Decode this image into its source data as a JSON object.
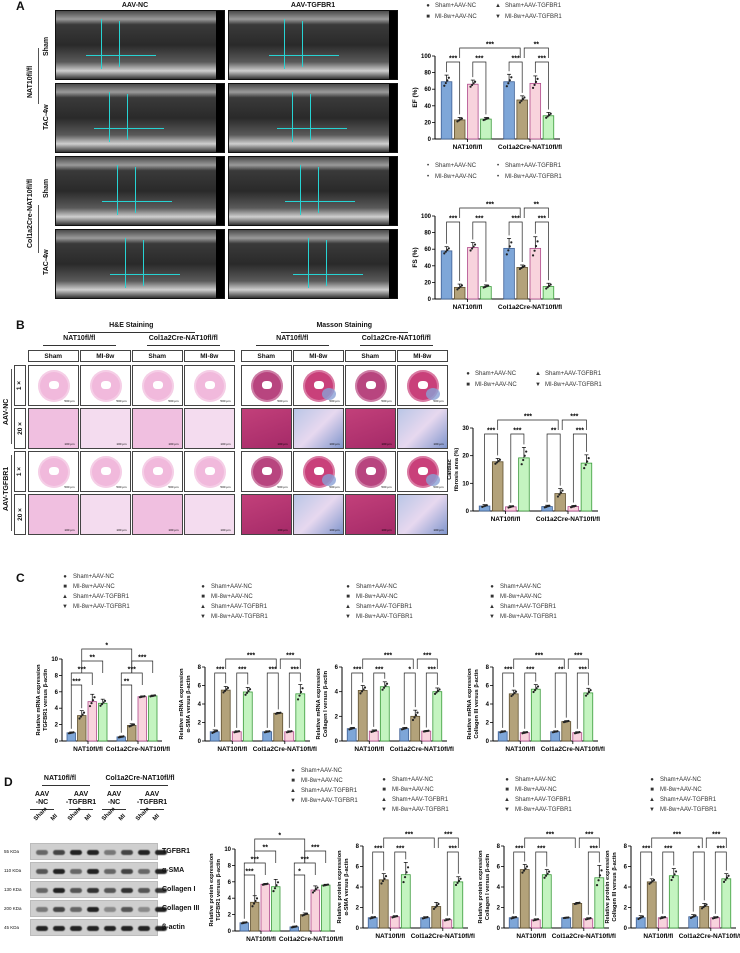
{
  "panels": {
    "A": {
      "label": "A",
      "col_headers": [
        "AAV-NC",
        "AAV-TGFBR1"
      ],
      "genotypes": [
        "NAT10fl/fl",
        "Col1a2Cre-NAT10fl/fl"
      ],
      "rows": [
        "Sham",
        "TAC-4w",
        "Sham",
        "TAC-4w"
      ]
    },
    "B": {
      "label": "B",
      "stain_headers": [
        "H&E Staining",
        "Masson Staining"
      ],
      "genotype_headers": [
        "NAT10fl/fl",
        "Col1a2Cre-NAT10fl/fl",
        "NAT10fl/fl",
        "Col1a2Cre-NAT10fl/fl"
      ],
      "col_headers": [
        "Sham",
        "MI-8w",
        "Sham",
        "MI-8w",
        "Sham",
        "MI-8w",
        "Sham",
        "MI-8w"
      ],
      "row_groups": [
        "AAV-NC",
        "AAV-TGFBR1"
      ],
      "mag_labels": [
        "1 ×",
        "20 ×",
        "1 ×",
        "20 ×"
      ],
      "scale_1x": "500 μm",
      "scale_20x": "100 μm"
    },
    "C": {
      "label": "C"
    },
    "D": {
      "label": "D",
      "genotypes": [
        "NAT10fl/fl",
        "Col1a2Cre-NAT10fl/fl"
      ],
      "aav": [
        "AAV\n-NC",
        "AAV\n-TGFBR1",
        "AAV\n-NC",
        "AAV\n-TGFBR1"
      ],
      "lanes": [
        "Sham",
        "MI",
        "Sham",
        "MI",
        "Sham",
        "MI",
        "Sham",
        "MI"
      ],
      "blots": [
        {
          "name": "TGFBR1",
          "kda": "55 KDa"
        },
        {
          "name": "α-SMA",
          "kda": "110 KDa"
        },
        {
          "name": "Collagen I",
          "kda": "130 KDa"
        },
        {
          "name": "Collagen III",
          "kda": "200 KDa"
        },
        {
          "name": "β-actin",
          "kda": "45 KDa"
        }
      ]
    }
  },
  "legend": {
    "items": [
      "Sham+AAV-NC",
      "MI-8w+AAV-NC",
      "Sham+AAV-TGFBR1",
      "MI-8w+AAV-TGFBR1"
    ],
    "colors": [
      "#7ea6d8",
      "#b3a27a",
      "#f8d3dd",
      "#c4f4c0"
    ],
    "edge_colors": [
      "#3d5f94",
      "#5f5030",
      "#b04a8c",
      "#3a9a3a"
    ]
  },
  "chart_data": [
    {
      "id": "A-EF",
      "type": "bar",
      "ylabel": "EF (%)",
      "ylim": [
        0,
        100
      ],
      "yticks": [
        0,
        20,
        40,
        60,
        80,
        100
      ],
      "categories": [
        "NAT10fl/fl",
        "Col1a2Cre-NAT10fl/fl"
      ],
      "series": [
        {
          "name": "Sham+AAV-NC",
          "values": [
            69,
            69
          ],
          "err": [
            8,
            9
          ]
        },
        {
          "name": "MI-8w+AAV-NC",
          "values": [
            23,
            47
          ],
          "err": [
            3,
            5
          ]
        },
        {
          "name": "Sham+AAV-TGFBR1",
          "values": [
            66,
            67
          ],
          "err": [
            5,
            9
          ]
        },
        {
          "name": "MI-8w+AAV-TGFBR1",
          "values": [
            24,
            28
          ],
          "err": [
            2,
            4
          ]
        }
      ],
      "sig": {
        "within": [
          [
            "***",
            "***"
          ],
          [
            "***",
            "***"
          ]
        ],
        "between": [
          "***",
          "**"
        ]
      }
    },
    {
      "id": "A-FS",
      "type": "bar",
      "ylabel": "FS (%)",
      "ylim": [
        0,
        100
      ],
      "yticks": [
        0,
        20,
        40,
        60,
        80,
        100
      ],
      "categories": [
        "NAT10fl/fl",
        "Col1a2Cre-NAT10fl/fl"
      ],
      "series": [
        {
          "name": "Sham+AAV-NC",
          "values": [
            58,
            61
          ],
          "err": [
            5,
            12
          ]
        },
        {
          "name": "MI-8w+AAV-NC",
          "values": [
            14,
            38
          ],
          "err": [
            4,
            3
          ]
        },
        {
          "name": "Sham+AAV-TGFBR1",
          "values": [
            62,
            61
          ],
          "err": [
            6,
            14
          ]
        },
        {
          "name": "MI-8w+AAV-TGFBR1",
          "values": [
            15,
            15
          ],
          "err": [
            2,
            4
          ]
        }
      ],
      "sig": {
        "within": [
          [
            "***",
            "***"
          ],
          [
            "***",
            "***"
          ]
        ],
        "between": [
          "***",
          "**"
        ]
      }
    },
    {
      "id": "B-fibrosis",
      "type": "bar",
      "ylabel": "Cardiac fibrosis area (%)",
      "ylim": [
        0,
        30
      ],
      "yticks": [
        0,
        10,
        20,
        30
      ],
      "categories": [
        "NAT10fl/fl",
        "Col1a2Cre-NAT10fl/fl"
      ],
      "series": [
        {
          "name": "Sham+AAV-NC",
          "values": [
            1.8,
            1.6
          ],
          "err": [
            0.5,
            0.5
          ]
        },
        {
          "name": "MI-8w+AAV-NC",
          "values": [
            17.8,
            6.3
          ],
          "err": [
            1.2,
            1.8
          ]
        },
        {
          "name": "Sham+AAV-TGFBR1",
          "values": [
            1.5,
            1.6
          ],
          "err": [
            0.4,
            0.4
          ]
        },
        {
          "name": "MI-8w+AAV-TGFBR1",
          "values": [
            19.2,
            17.3
          ],
          "err": [
            3.8,
            3
          ]
        }
      ],
      "sig": {
        "within": [
          [
            "***",
            "***"
          ],
          [
            "**",
            "***"
          ]
        ],
        "between": [
          "***",
          "***"
        ]
      }
    },
    {
      "id": "C-TGFBR1",
      "type": "bar",
      "ylabel": "Relative mRNA expression TGFBR1 versus β-actin",
      "ylim": [
        0,
        10
      ],
      "yticks": [
        0,
        2,
        4,
        6,
        8,
        10
      ],
      "categories": [
        "NAT10fl/fl",
        "Col1a2Cre-NAT10fl/fl"
      ],
      "series": [
        {
          "name": "Sham+AAV-NC",
          "values": [
            1.0,
            0.5
          ],
          "err": [
            0.1,
            0.1
          ]
        },
        {
          "name": "MI-8w+AAV-NC",
          "values": [
            3.1,
            1.9
          ],
          "err": [
            0.6,
            0.2
          ]
        },
        {
          "name": "Sham+AAV-TGFBR1",
          "values": [
            4.8,
            5.4
          ],
          "err": [
            0.9,
            0.1
          ]
        },
        {
          "name": "MI-8w+AAV-TGFBR1",
          "values": [
            4.6,
            5.5
          ],
          "err": [
            0.5,
            0.1
          ]
        }
      ],
      "sig_labels": [
        "***",
        "***",
        "**",
        "*",
        "**",
        "***",
        "***"
      ]
    },
    {
      "id": "C-aSMA",
      "type": "bar",
      "ylabel": "Relative mRNA expression α-SMA versus β-actin",
      "ylim": [
        0,
        8
      ],
      "yticks": [
        0,
        2,
        4,
        6,
        8
      ],
      "categories": [
        "NAT10fl/fl",
        "Col1a2Cre-NAT10fl/fl"
      ],
      "series": [
        {
          "name": "Sham+AAV-NC",
          "values": [
            1.0,
            1.0
          ],
          "err": [
            0.2,
            0.1
          ]
        },
        {
          "name": "MI-8w+AAV-NC",
          "values": [
            5.5,
            3.0
          ],
          "err": [
            0.4,
            0.1
          ]
        },
        {
          "name": "Sham+AAV-TGFBR1",
          "values": [
            1.0,
            1.0
          ],
          "err": [
            0.1,
            0.1
          ]
        },
        {
          "name": "MI-8w+AAV-TGFBR1",
          "values": [
            5.3,
            5.1
          ],
          "err": [
            0.5,
            1.0
          ]
        }
      ],
      "sig": {
        "within": [
          [
            "***",
            "***"
          ],
          [
            "***",
            "***"
          ]
        ],
        "between": [
          "***",
          "***"
        ]
      }
    },
    {
      "id": "C-CollagenI",
      "type": "bar",
      "ylabel": "Relative mRNA expression Collagen I versus β-actin",
      "ylim": [
        0,
        6
      ],
      "yticks": [
        0,
        2,
        4,
        6
      ],
      "categories": [
        "NAT10fl/fl",
        "Col1a2Cre-NAT10fl/fl"
      ],
      "series": [
        {
          "name": "Sham+AAV-NC",
          "values": [
            1.0,
            1.0
          ],
          "err": [
            0.1,
            0.1
          ]
        },
        {
          "name": "MI-8w+AAV-NC",
          "values": [
            4.1,
            2.0
          ],
          "err": [
            0.4,
            0.5
          ]
        },
        {
          "name": "Sham+AAV-TGFBR1",
          "values": [
            0.8,
            0.8
          ],
          "err": [
            0.1,
            0.05
          ]
        },
        {
          "name": "MI-8w+AAV-TGFBR1",
          "values": [
            4.4,
            4.0
          ],
          "err": [
            0.4,
            0.3
          ]
        }
      ],
      "sig": {
        "within": [
          [
            "***",
            "***"
          ],
          [
            "*",
            "***"
          ]
        ],
        "between": [
          "***",
          "***"
        ]
      }
    },
    {
      "id": "C-CollagenIII",
      "type": "bar",
      "ylabel": "Relative mRNA expression Collagen III versus β-actin",
      "ylim": [
        0,
        8
      ],
      "yticks": [
        0,
        2,
        4,
        6,
        8
      ],
      "categories": [
        "NAT10fl/fl",
        "Col1a2Cre-NAT10fl/fl"
      ],
      "series": [
        {
          "name": "Sham+AAV-NC",
          "values": [
            1.0,
            1.0
          ],
          "err": [
            0.1,
            0.1
          ]
        },
        {
          "name": "MI-8w+AAV-NC",
          "values": [
            5.1,
            2.1
          ],
          "err": [
            0.4,
            0.1
          ]
        },
        {
          "name": "Sham+AAV-TGFBR1",
          "values": [
            0.9,
            0.9
          ],
          "err": [
            0.1,
            0.1
          ]
        },
        {
          "name": "MI-8w+AAV-TGFBR1",
          "values": [
            5.6,
            5.2
          ],
          "err": [
            0.5,
            0.5
          ]
        }
      ],
      "sig": {
        "within": [
          [
            "***",
            "***"
          ],
          [
            "**",
            "***"
          ]
        ],
        "between": [
          "***",
          "***"
        ]
      }
    },
    {
      "id": "D-TGFBR1",
      "type": "bar",
      "ylabel": "Relative protein expression TGFBR1 versus β-actin",
      "ylim": [
        0,
        10
      ],
      "yticks": [
        0,
        2,
        4,
        6,
        8,
        10
      ],
      "categories": [
        "NAT10fl/fl",
        "Col1a2Cre-NAT10fl/fl"
      ],
      "series": [
        {
          "name": "Sham+AAV-NC",
          "values": [
            1.0,
            0.5
          ],
          "err": [
            0.1,
            0.1
          ]
        },
        {
          "name": "MI-8w+AAV-NC",
          "values": [
            3.5,
            2.0
          ],
          "err": [
            0.8,
            0.2
          ]
        },
        {
          "name": "Sham+AAV-TGFBR1",
          "values": [
            5.7,
            5.0
          ],
          "err": [
            0.1,
            0.5
          ]
        },
        {
          "name": "MI-8w+AAV-TGFBR1",
          "values": [
            5.4,
            5.6
          ],
          "err": [
            0.9,
            0.1
          ]
        }
      ],
      "sig_labels": [
        "***",
        "***",
        "**",
        "*",
        "*",
        "***",
        "***"
      ]
    },
    {
      "id": "D-aSMA",
      "type": "bar",
      "ylabel": "Relative protein expression α-SMA versus β-actin",
      "ylim": [
        0,
        8
      ],
      "yticks": [
        0,
        2,
        4,
        6,
        8
      ],
      "categories": [
        "NAT10fl/fl",
        "Col1a2Cre-NAT10fl/fl"
      ],
      "series": [
        {
          "name": "Sham+AAV-NC",
          "values": [
            1.0,
            1.0
          ],
          "err": [
            0.1,
            0.1
          ]
        },
        {
          "name": "MI-8w+AAV-NC",
          "values": [
            4.7,
            2.1
          ],
          "err": [
            0.6,
            0.4
          ]
        },
        {
          "name": "Sham+AAV-TGFBR1",
          "values": [
            1.1,
            0.8
          ],
          "err": [
            0.1,
            0.1
          ]
        },
        {
          "name": "MI-8w+AAV-TGFBR1",
          "values": [
            5.2,
            4.5
          ],
          "err": [
            1.2,
            0.5
          ]
        }
      ],
      "sig": {
        "within": [
          [
            "***",
            "***"
          ],
          [
            null,
            "***"
          ]
        ],
        "between": [
          "***",
          "***"
        ]
      }
    },
    {
      "id": "D-CollagenI",
      "type": "bar",
      "ylabel": "Relative protein expression Collagen I versus β-actin",
      "ylim": [
        0,
        8
      ],
      "yticks": [
        0,
        2,
        4,
        6,
        8
      ],
      "categories": [
        "NAT10fl/fl",
        "Col1a2Cre-NAT10fl/fl"
      ],
      "series": [
        {
          "name": "Sham+AAV-NC",
          "values": [
            1.0,
            1.0
          ],
          "err": [
            0.1,
            0.05
          ]
        },
        {
          "name": "MI-8w+AAV-NC",
          "values": [
            5.7,
            2.4
          ],
          "err": [
            0.5,
            0.1
          ]
        },
        {
          "name": "Sham+AAV-TGFBR1",
          "values": [
            0.8,
            0.9
          ],
          "err": [
            0.1,
            0.1
          ]
        },
        {
          "name": "MI-8w+AAV-TGFBR1",
          "values": [
            5.2,
            4.9
          ],
          "err": [
            0.5,
            1.2
          ]
        }
      ],
      "sig": {
        "within": [
          [
            "***",
            "***"
          ],
          [
            null,
            "***"
          ]
        ],
        "between": [
          "***",
          "***"
        ]
      }
    },
    {
      "id": "D-CollagenIII",
      "type": "bar",
      "ylabel": "Relative protein expression Collagen III versus β-actin",
      "ylim": [
        0,
        8
      ],
      "yticks": [
        0,
        2,
        4,
        6,
        8
      ],
      "categories": [
        "NAT10fl/fl",
        "Col1a2Cre-NAT10fl/fl"
      ],
      "series": [
        {
          "name": "Sham+AAV-NC",
          "values": [
            1.0,
            1.1
          ],
          "err": [
            0.2,
            0.2
          ]
        },
        {
          "name": "MI-8w+AAV-NC",
          "values": [
            4.5,
            2.1
          ],
          "err": [
            0.3,
            0.3
          ]
        },
        {
          "name": "Sham+AAV-TGFBR1",
          "values": [
            1.0,
            1.0
          ],
          "err": [
            0.1,
            0.1
          ]
        },
        {
          "name": "MI-8w+AAV-TGFBR1",
          "values": [
            5.1,
            4.8
          ],
          "err": [
            0.7,
            0.5
          ]
        }
      ],
      "sig": {
        "within": [
          [
            "***",
            "***"
          ],
          [
            "*",
            "***"
          ]
        ],
        "between": [
          "***",
          "***"
        ]
      }
    }
  ]
}
